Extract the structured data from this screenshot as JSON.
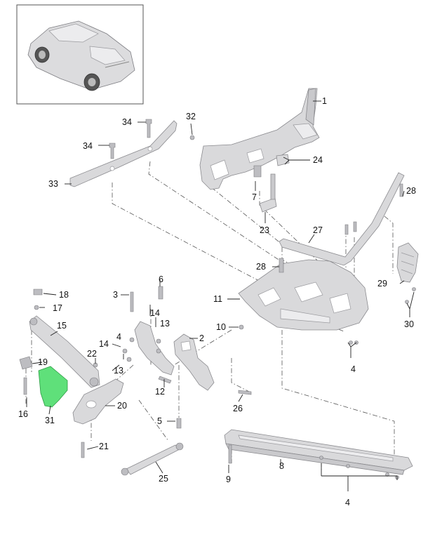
{
  "callouts": {
    "c1": "1",
    "c2": "2",
    "c3": "3",
    "c4a": "4",
    "c4b": "4",
    "c4c": "4",
    "c5": "5",
    "c6": "6",
    "c7": "7",
    "c8": "8",
    "c9": "9",
    "c10": "10",
    "c11": "11",
    "c12": "12",
    "c13a": "13",
    "c13b": "13",
    "c14a": "14",
    "c14b": "14",
    "c15": "15",
    "c16": "16",
    "c17": "17",
    "c18": "18",
    "c19": "19",
    "c20": "20",
    "c21": "21",
    "c22": "22",
    "c23": "23",
    "c24": "24",
    "c25": "25",
    "c26": "26",
    "c27": "27",
    "c28a": "28",
    "c28b": "28",
    "c29": "29",
    "c30": "30",
    "c31": "31",
    "c32": "32",
    "c33": "33",
    "c34a": "34",
    "c34b": "34"
  },
  "colors": {
    "highlighted_part": "#5fe07a",
    "part_fill": "#d9d9db",
    "line": "#222222"
  }
}
